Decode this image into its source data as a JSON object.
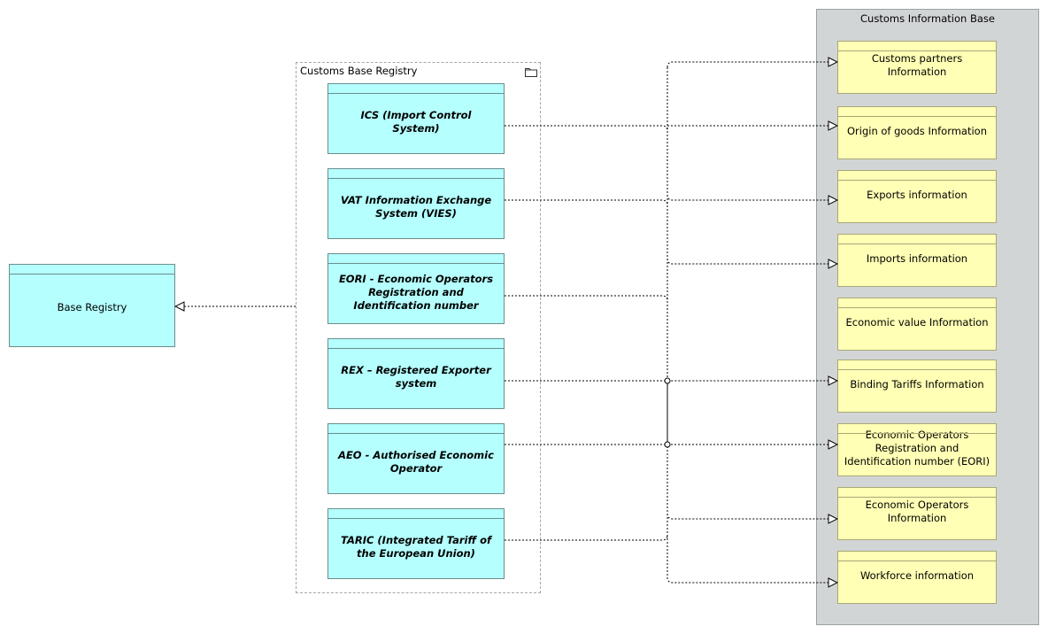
{
  "base_registry": {
    "label": "Base Registry"
  },
  "customs_base_registry": {
    "title": "Customs Base Registry",
    "icon": "folder-icon",
    "systems": [
      {
        "label": "ICS (Import Control System)"
      },
      {
        "label": "VAT Information Exchange System (VIES)"
      },
      {
        "label": "EORI - Economic Operators Registration and Identification number"
      },
      {
        "label": "REX – Registered Exporter system"
      },
      {
        "label": "AEO - Authorised Economic Operator"
      },
      {
        "label": "TARIC (Integrated Tariff of the European Union)"
      }
    ]
  },
  "customs_information_base": {
    "title": "Customs Information Base",
    "objects": [
      {
        "label": "Customs partners Information"
      },
      {
        "label": "Origin of goods Information"
      },
      {
        "label": "Exports information"
      },
      {
        "label": "Imports information"
      },
      {
        "label": "Economic value Information"
      },
      {
        "label": "Binding Tariffs Information"
      },
      {
        "label": "Economic Operators Registration and Identification number (EORI)"
      },
      {
        "label": "Economic Operators Information"
      },
      {
        "label": "Workforce information"
      }
    ]
  },
  "colors": {
    "application": "#b5ffff",
    "data_object": "#ffffb5",
    "grouping": "#d2d5d6"
  }
}
